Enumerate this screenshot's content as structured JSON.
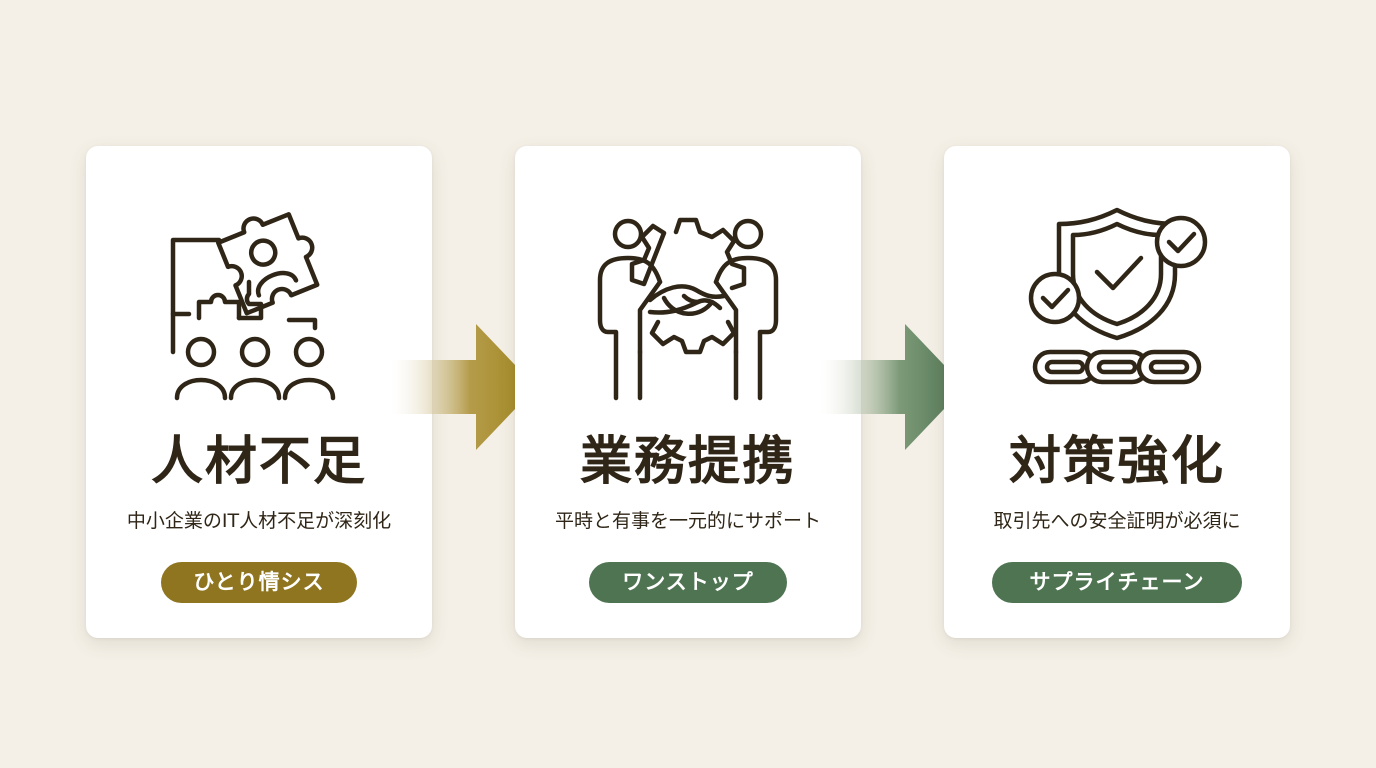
{
  "colors": {
    "background": "#f4f0e7",
    "ink": "#2f2617",
    "gold": "#8f7520",
    "green": "#4e7452"
  },
  "steps": [
    {
      "icon": "team-puzzle-icon",
      "title": "人材不足",
      "description": "中小企業のIT人材不足が深刻化",
      "badge": "ひとり情シス",
      "badge_color": "#8f7520"
    },
    {
      "icon": "handshake-gear-icon",
      "title": "業務提携",
      "description": "平時と有事を一元的にサポート",
      "badge": "ワンストップ",
      "badge_color": "#4e7452"
    },
    {
      "icon": "shield-chain-icon",
      "title": "対策強化",
      "description": "取引先への安全証明が必須に",
      "badge": "サプライチェーン",
      "badge_color": "#4e7452"
    }
  ],
  "arrows": [
    {
      "from_color": "#f4f0e7",
      "to_color": "#a1871e"
    },
    {
      "from_color": "#f4f0e7",
      "to_color": "#4e7452"
    }
  ]
}
